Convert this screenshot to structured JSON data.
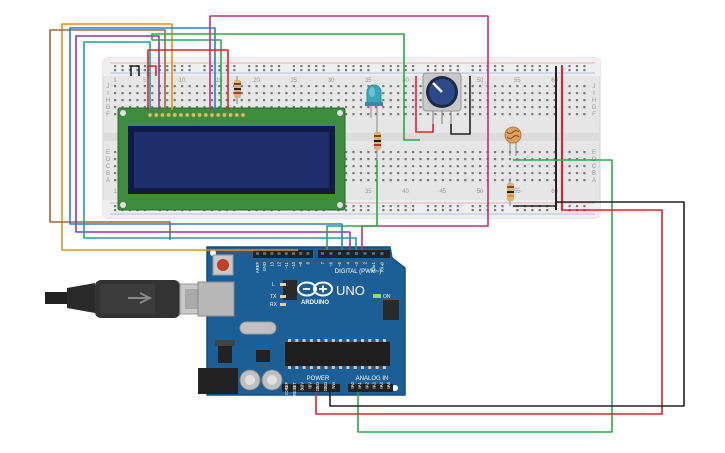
{
  "board": {
    "brand": "ARDUINO",
    "model": "UNO",
    "digital_label": "DIGITAL (PWM~)",
    "power_label": "POWER",
    "analog_label": "ANALOG IN",
    "on_label": "ON",
    "led_labels": [
      "L",
      "TX",
      "RX"
    ],
    "left_header_labels": [
      "AREF",
      "GND",
      "13",
      "12",
      "~11",
      "~10",
      "~9",
      "8"
    ],
    "right_header_labels": [
      "7",
      "~6",
      "~5",
      "4",
      "~3",
      "2",
      "TX▸1",
      "RX◂0"
    ],
    "power_pin_labels": [
      "IOREF",
      "RESET",
      "3.3V",
      "5V",
      "GND",
      "GND",
      "Vin"
    ],
    "analog_pin_labels": [
      "A0",
      "A1",
      "A2",
      "A3",
      "A4",
      "A5"
    ]
  },
  "breadboard": {
    "column_numbers": [
      "1",
      "5",
      "10",
      "15",
      "20",
      "25",
      "30",
      "35",
      "40",
      "45",
      "50",
      "55",
      "60"
    ],
    "row_letters": [
      "A",
      "B",
      "C",
      "D",
      "E",
      "F",
      "G",
      "H",
      "I",
      "J"
    ]
  },
  "components": [
    {
      "id": "lcd",
      "type": "LCD 16x2"
    },
    {
      "id": "potentiometer",
      "type": "potentiometer"
    },
    {
      "id": "led",
      "type": "LED",
      "color": "#3aa6b9"
    },
    {
      "id": "photoresistor",
      "type": "photoresistor"
    },
    {
      "id": "resistor-lcd",
      "type": "resistor"
    },
    {
      "id": "resistor-led",
      "type": "resistor"
    },
    {
      "id": "resistor-ldr",
      "type": "resistor"
    }
  ],
  "colors": {
    "board": "#1c5f96",
    "board_edge": "#174f7f",
    "breadboard": "#e8e8e8",
    "lcd_frame": "#3e8c3e",
    "lcd_screen": "#1f2f6e",
    "wire_red": "#e0202a",
    "wire_black": "#222222",
    "wire_green": "#2ea84a",
    "wire_orange": "#e8901a",
    "wire_brown": "#9a6a3a",
    "wire_blue": "#2a7bd6",
    "wire_purple": "#8a3aa8",
    "wire_magenta": "#c0307a",
    "wire_teal": "#1aa0a0"
  }
}
